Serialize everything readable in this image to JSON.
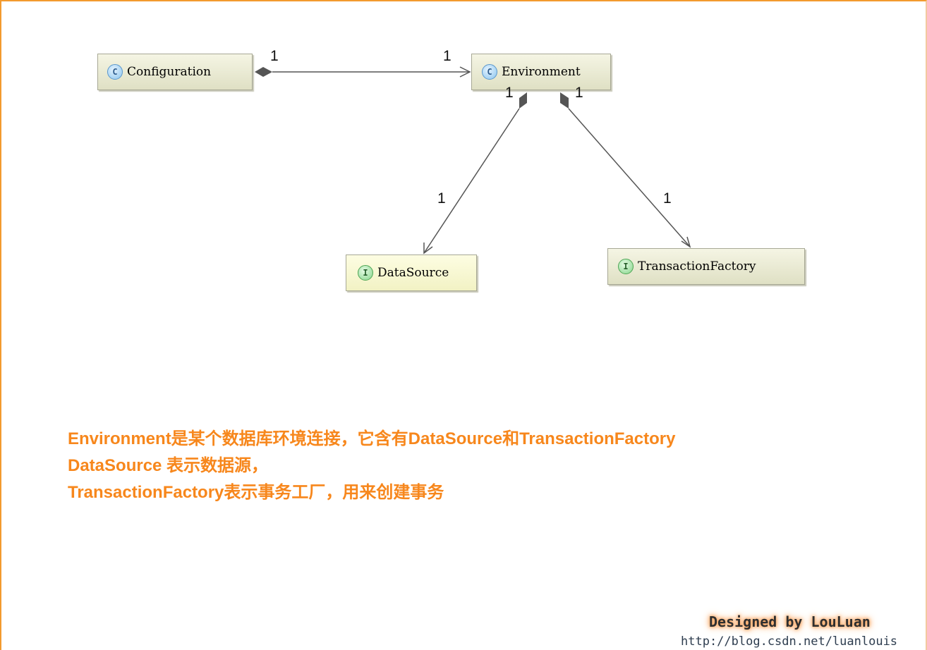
{
  "nodes": {
    "configuration": {
      "label": "Configuration",
      "badge": "C"
    },
    "environment": {
      "label": "Environment",
      "badge": "C"
    },
    "datasource": {
      "label": "DataSource",
      "badge": "I"
    },
    "transaction_factory": {
      "label": "TransactionFactory",
      "badge": "I"
    }
  },
  "multiplicities": {
    "config_to_env_source": "1",
    "config_to_env_target": "1",
    "env_to_datasource_source": "1",
    "env_to_datasource_target": "1",
    "env_to_tf_source": "1",
    "env_to_tf_target": "1"
  },
  "notes": [
    "Environment是某个数据库环境连接，它含有DataSource和TransactionFactory",
    "DataSource 表示数据源，",
    "TransactionFactory表示事务工厂，用来创建事务"
  ],
  "credit": "Designed by LouLuan",
  "url": "http://blog.csdn.net/luanlouis",
  "colors": {
    "note_text": "#f7871c",
    "frame_border": "#f39a2e",
    "edge": "#555555"
  }
}
